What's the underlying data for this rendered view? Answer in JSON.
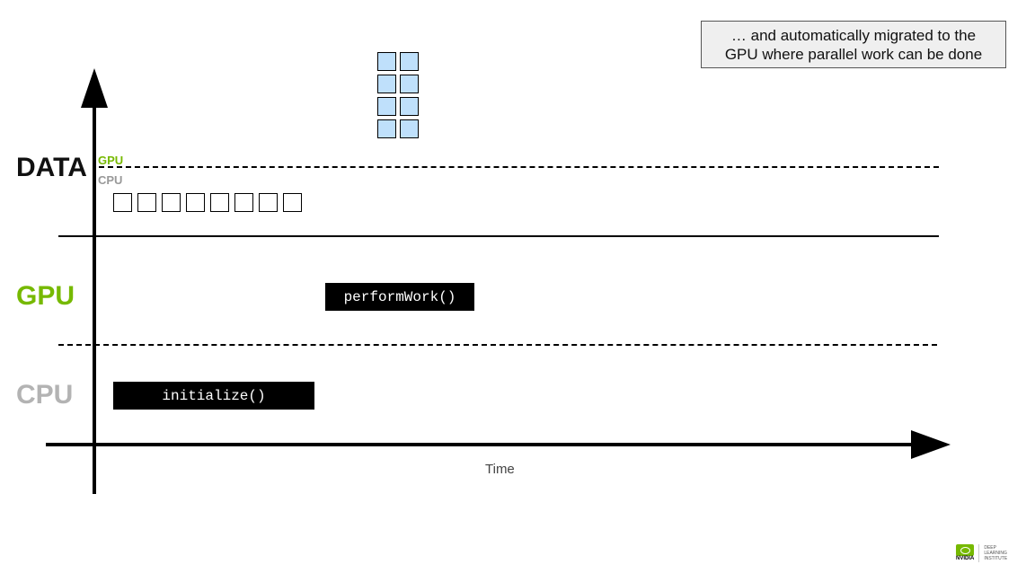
{
  "callout": {
    "line1": "… and automatically migrated to the",
    "line2": "GPU where parallel work can be done"
  },
  "rows": {
    "data": "DATA",
    "gpu": "GPU",
    "cpu": "CPU"
  },
  "data_tags": {
    "gpu": "GPU",
    "cpu": "CPU"
  },
  "functions": {
    "perform": "performWork()",
    "initialize": "initialize()"
  },
  "axis": {
    "x_label": "Time"
  },
  "memory": {
    "cpu_page_count": 8,
    "gpu_page_count": 8
  },
  "colors": {
    "gpu_green": "#76b900",
    "cpu_gray": "#b3b3b3",
    "gpu_page_fill": "#bfe0fb"
  },
  "logo": {
    "brand": "NVIDIA",
    "line1": "DEEP",
    "line2": "LEARNING",
    "line3": "INSTITUTE"
  }
}
